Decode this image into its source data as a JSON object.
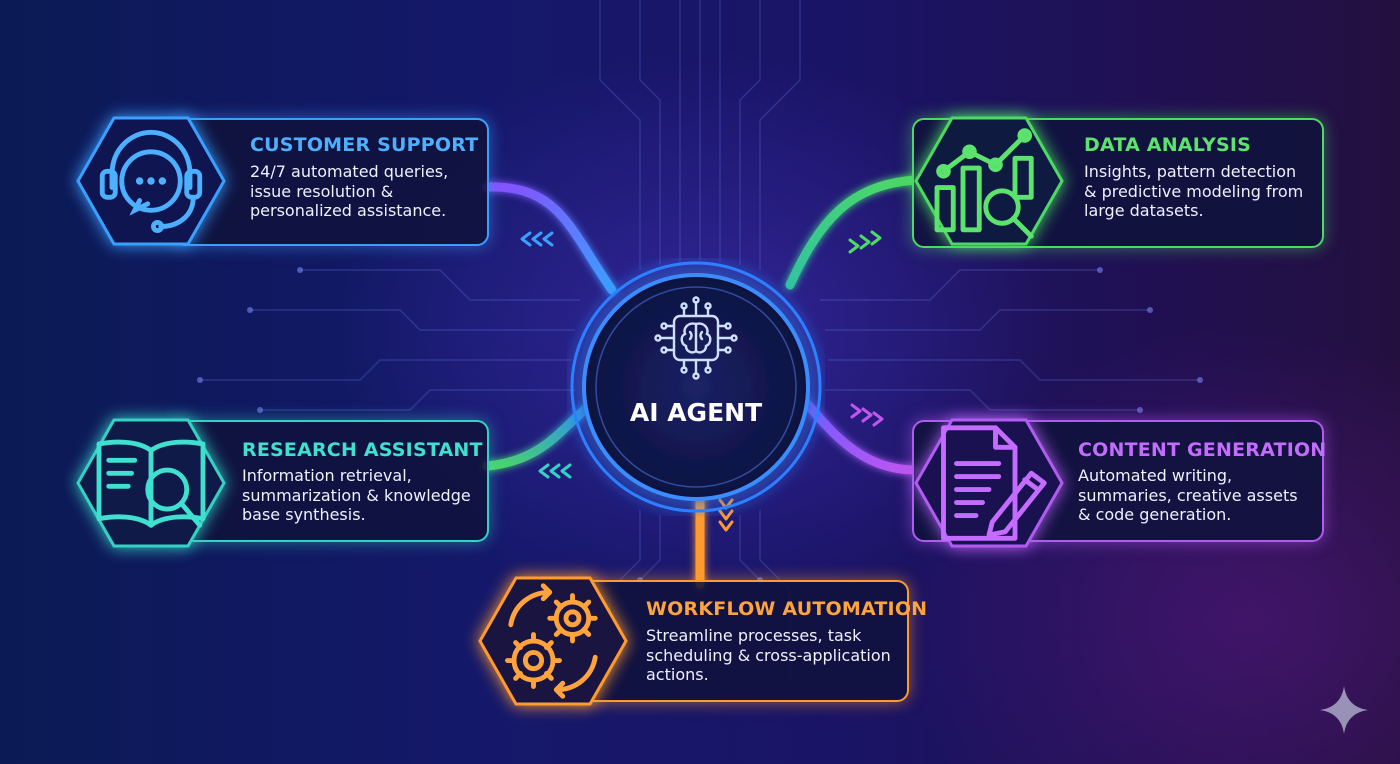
{
  "center": {
    "label": "AI AGENT",
    "icon": "brain-chip-icon"
  },
  "cards": {
    "customer_support": {
      "title": "CUSTOMER SUPPORT",
      "desc": "24/7 automated queries, issue resolution & personalized assistance.",
      "icon": "headset-chat-icon",
      "color": "#3aa0ff"
    },
    "data_analysis": {
      "title": "DATA ANALYSIS",
      "desc": "Insights, pattern detection & predictive modeling from large datasets.",
      "icon": "chart-magnifier-icon",
      "color": "#4cd964"
    },
    "research_assistant": {
      "title": "RESEARCH ASSISTANT",
      "desc": "Information retrieval, summarization & knowledge base synthesis.",
      "icon": "book-magnifier-icon",
      "color": "#34d1c4"
    },
    "content_generation": {
      "title": "CONTENT GENERATION",
      "desc": "Automated writing, summaries, creative assets & code generation.",
      "icon": "document-pen-icon",
      "color": "#b05cf0"
    },
    "workflow_automation": {
      "title": "WORKFLOW AUTOMATION",
      "desc": "Streamline processes, task scheduling & cross-application actions.",
      "icon": "gears-cycle-icon",
      "color": "#ff9a2e"
    }
  },
  "watermark": {
    "icon": "sparkle-icon"
  }
}
